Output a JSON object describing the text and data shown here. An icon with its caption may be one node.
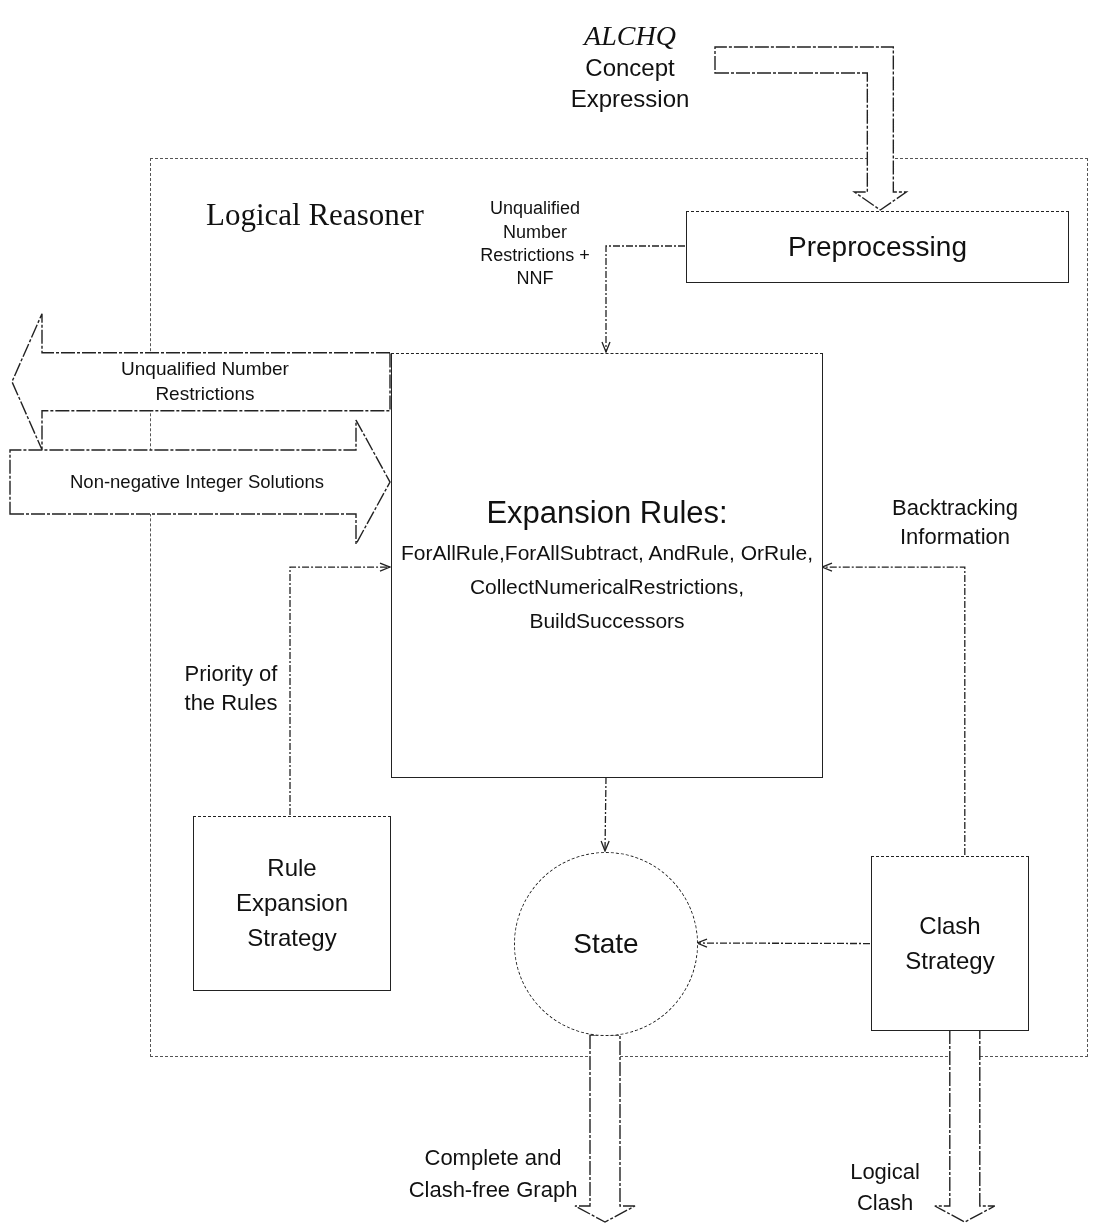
{
  "diagram": {
    "nodes": [
      {
        "text": [
          "Logical Reasoner"
        ]
      },
      {
        "text": [
          "ALCHQ",
          "Concept Expression"
        ]
      },
      {
        "text": [
          "Preprocessing"
        ],
        "in": 0
      },
      {
        "text": [
          "Expansion Rules:",
          "ForAllRule,ForAllSubtract, AndRule, OrRule, CollectNumericalRestrictions, BuildSuccessors"
        ],
        "in": 0
      },
      {
        "text": [
          "Rule Expansion Strategy"
        ],
        "in": 0
      },
      {
        "text": [
          "State"
        ],
        "in": 0
      },
      {
        "text": [
          "Clash Strategy"
        ],
        "in": 0
      }
    ],
    "edges": [
      {
        "from": 1,
        "to": 2,
        "arrow": "to",
        "style": "thick"
      },
      {
        "from": 2,
        "to": 3,
        "arrow": "to",
        "style": "dashed",
        "label": "Unqualified Number Restrictions + NNF"
      },
      {
        "from": 3,
        "to": null,
        "arrow": "to",
        "style": "thick",
        "label": "Unqualified Number Restrictions"
      },
      {
        "from": null,
        "to": 3,
        "arrow": "to",
        "style": "thick",
        "label": "Non-negative Integer Solutions"
      },
      {
        "from": 4,
        "to": 3,
        "arrow": "to",
        "style": "dashed",
        "label": "Priority of the Rules"
      },
      {
        "from": 6,
        "to": 3,
        "arrow": "to",
        "style": "dashed",
        "label": "Backtracking Information"
      },
      {
        "from": 3,
        "to": 5,
        "arrow": "to",
        "style": "dashed"
      },
      {
        "from": 6,
        "to": 5,
        "arrow": "to",
        "style": "dashed"
      },
      {
        "from": 5,
        "to": null,
        "arrow": "to",
        "style": "thick",
        "label": "Complete and Clash-free Graph"
      },
      {
        "from": 6,
        "to": null,
        "arrow": "to",
        "style": "thick",
        "label": "Logical Clash"
      }
    ]
  }
}
